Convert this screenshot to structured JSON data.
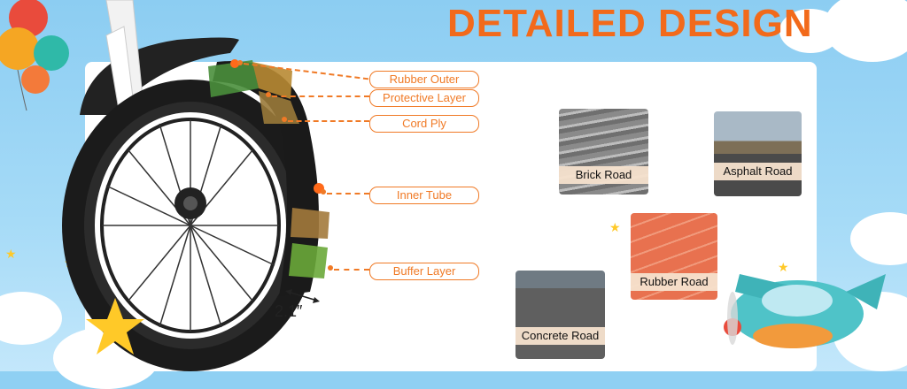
{
  "title": "DETAILED DESIGN",
  "tire_layers": [
    {
      "label": "Rubber Outer"
    },
    {
      "label": "Protective Layer"
    },
    {
      "label": "Cord Ply"
    },
    {
      "label": "Inner Tube"
    },
    {
      "label": "Buffer Layer"
    }
  ],
  "tire_width": "2.1″",
  "roads": [
    {
      "label": "Brick Road"
    },
    {
      "label": "Asphalt Road"
    },
    {
      "label": "Rubber Road"
    },
    {
      "label": "Concrete Road"
    }
  ],
  "colors": {
    "accent": "#f26a1b",
    "sky": "#8fd0f3",
    "rubber_track": "#e8714f"
  }
}
